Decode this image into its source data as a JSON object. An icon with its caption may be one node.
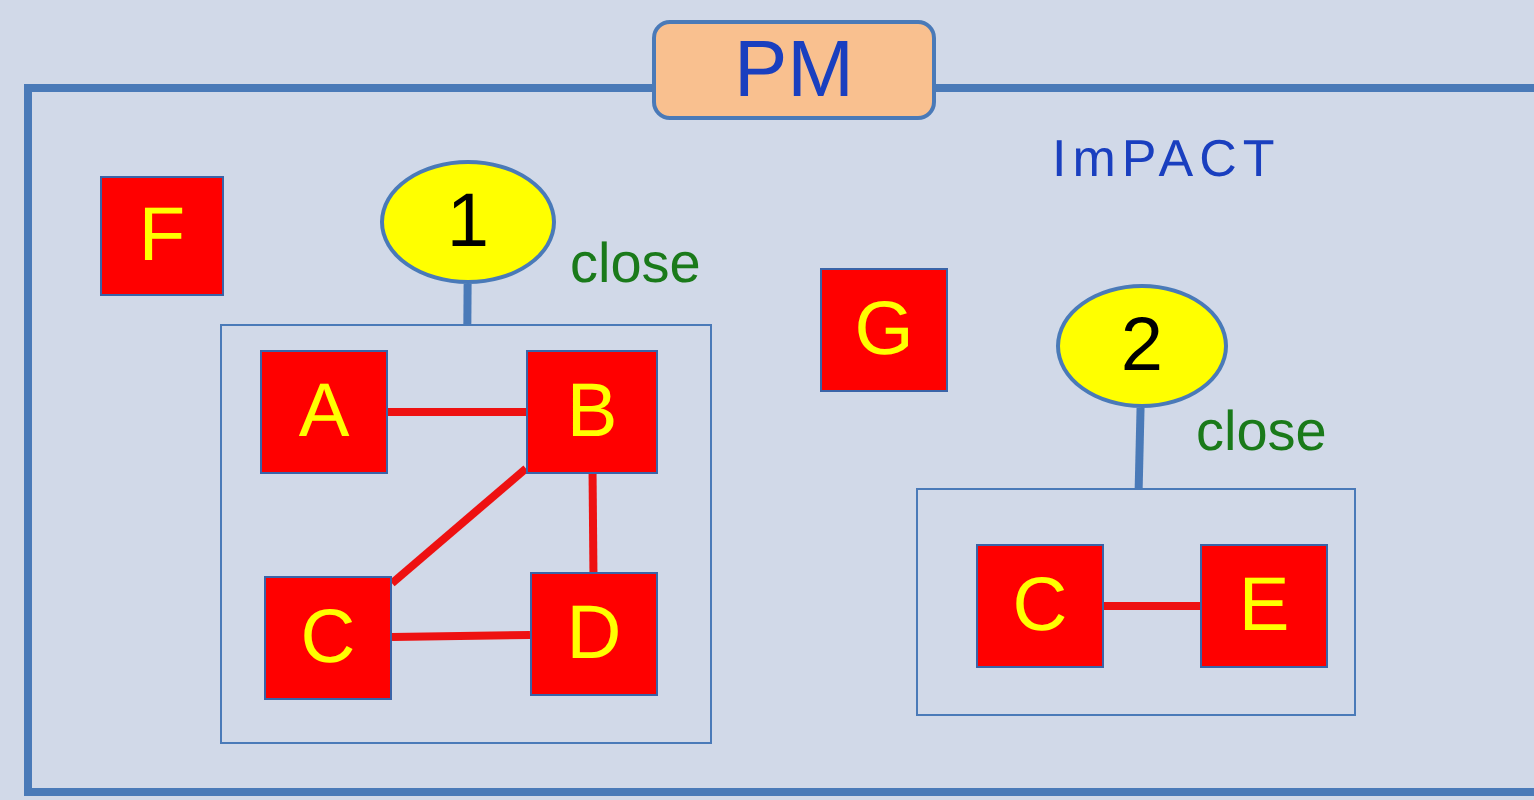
{
  "diagram": {
    "nodes": [
      {
        "text": [
          "PM"
        ]
      },
      {
        "text": [
          "ImPACT"
        ]
      },
      {
        "text": [
          "F"
        ],
        "in": 1
      },
      {
        "text": [
          "1"
        ],
        "in": 1,
        "beside": [
          "close"
        ]
      },
      {
        "text": [],
        "shape": "box",
        "in": 1
      },
      {
        "text": [
          "A"
        ],
        "in": 4
      },
      {
        "text": [
          "B"
        ],
        "in": 4
      },
      {
        "text": [
          "C"
        ],
        "in": 4
      },
      {
        "text": [
          "D"
        ],
        "in": 4
      },
      {
        "text": [
          "G"
        ],
        "in": 1
      },
      {
        "text": [
          "2"
        ],
        "in": 1,
        "beside": [
          "close"
        ]
      },
      {
        "text": [],
        "shape": "box",
        "in": 1
      },
      {
        "text": [
          "C"
        ],
        "in": 11
      },
      {
        "text": [
          "E"
        ],
        "in": 11
      }
    ],
    "edges": [
      {
        "from": 3,
        "to": 4,
        "arrow": "none",
        "color": "#4a7ab8"
      },
      {
        "from": 5,
        "to": 6,
        "arrow": "none"
      },
      {
        "from": 6,
        "to": 7,
        "arrow": "none"
      },
      {
        "from": 6,
        "to": 8,
        "arrow": "none"
      },
      {
        "from": 7,
        "to": 8,
        "arrow": "none"
      },
      {
        "from": 10,
        "to": 11,
        "arrow": "none",
        "color": "#4a7ab8"
      },
      {
        "from": 12,
        "to": 13,
        "arrow": "none"
      }
    ]
  }
}
